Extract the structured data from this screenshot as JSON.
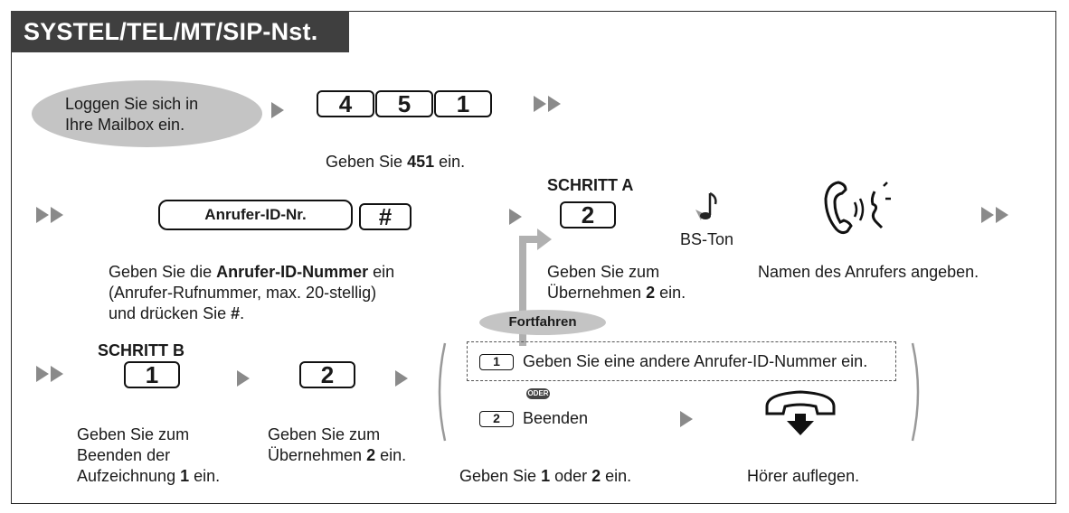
{
  "title": "SYSTEL/TEL/MT/SIP-Nst.",
  "row1": {
    "login_line1": "Loggen Sie sich in",
    "login_line2": "Ihre Mailbox ein.",
    "keys": [
      "4",
      "5",
      "1"
    ],
    "caption_pre": "Geben Sie ",
    "caption_bold": "451",
    "caption_post": " ein."
  },
  "row2": {
    "caller_id_key": "Anrufer-ID-Nr.",
    "hash_key": "#",
    "caption_line1_pre": "Geben Sie die ",
    "caption_line1_bold": "Anrufer-ID-Nummer",
    "caption_line1_post": " ein",
    "caption_line2": "(Anrufer-Rufnummer, max. 20-stellig)",
    "caption_line3_pre": "und drücken Sie ",
    "caption_line3_bold": "#",
    "caption_line3_post": ".",
    "step_a_label": "SCHRITT A",
    "step_a_key": "2",
    "step_a_caption_line1": "Geben Sie zum",
    "step_a_caption_line2_pre": "Übernehmen ",
    "step_a_caption_line2_bold": "2",
    "step_a_caption_line2_post": " ein.",
    "tone_label": "BS-Ton",
    "speak_caption": "Namen des Anrufers angeben.",
    "continue_label": "Fortfahren"
  },
  "row3": {
    "step_b_label": "SCHRITT B",
    "step_b_key": "1",
    "step_b_caption_line1": "Geben Sie zum",
    "step_b_caption_line2": "Beenden der",
    "step_b_caption_line3_pre": "Aufzeichnung ",
    "step_b_caption_line3_bold": "1",
    "step_b_caption_line3_post": " ein.",
    "key2": "2",
    "key2_caption_line1": "Geben Sie zum",
    "key2_caption_line2_pre": "Übernehmen ",
    "key2_caption_line2_bold": "2",
    "key2_caption_line2_post": " ein.",
    "option1_key": "1",
    "option1_text": "Geben Sie eine andere Anrufer-ID-Nummer ein.",
    "or_badge": "ODER",
    "option2_key": "2",
    "option2_text": "Beenden",
    "choice_caption_pre": "Geben Sie ",
    "choice_caption_b1": "1",
    "choice_caption_mid": " oder ",
    "choice_caption_b2": "2",
    "choice_caption_post": " ein.",
    "hangup_caption": "Hörer auflegen."
  },
  "colors": {
    "title_bg": "#3f3f3f",
    "oval": "#c4c4c4",
    "arrow": "#8a8a8a",
    "connector": "#b0b0b0"
  },
  "icons": [
    "arrow-icon",
    "double-arrow-icon",
    "music-note-icon",
    "speaking-handset-icon",
    "hang-up-icon"
  ]
}
